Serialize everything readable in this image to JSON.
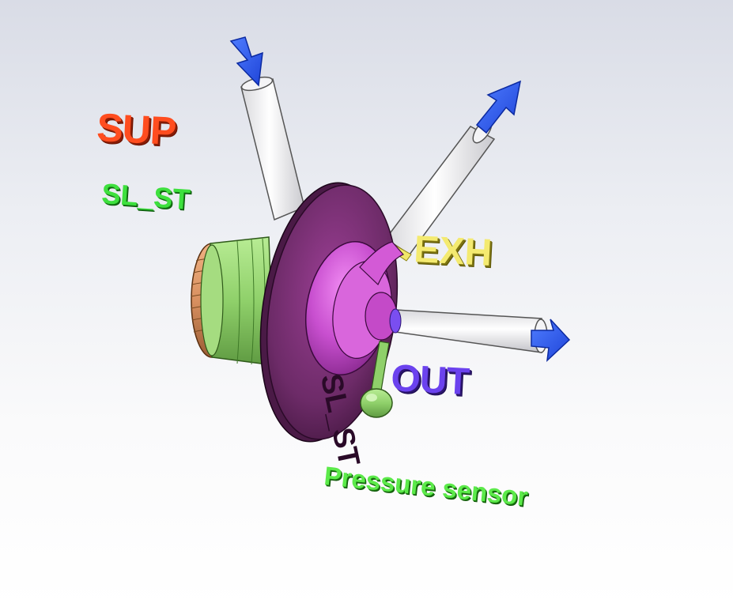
{
  "labels": {
    "sup": "SUP",
    "sl_st": "SL_ST",
    "exh": "EXH",
    "out": "OUT",
    "pressure_sensor": "Pressure sensor"
  },
  "body_engraving": "SL_ST",
  "colors": {
    "sup": "#ff4d1f",
    "sl_st": "#3ee03e",
    "exh": "#f4ea70",
    "out": "#6b42ee",
    "pressure_sensor": "#5cea4a",
    "flow_arrow": "#2f5fff",
    "valve_body": "#c84fcf",
    "flange": "#6a2a66",
    "thread_green": "#8fd06a",
    "thread_orange": "#d89060"
  }
}
